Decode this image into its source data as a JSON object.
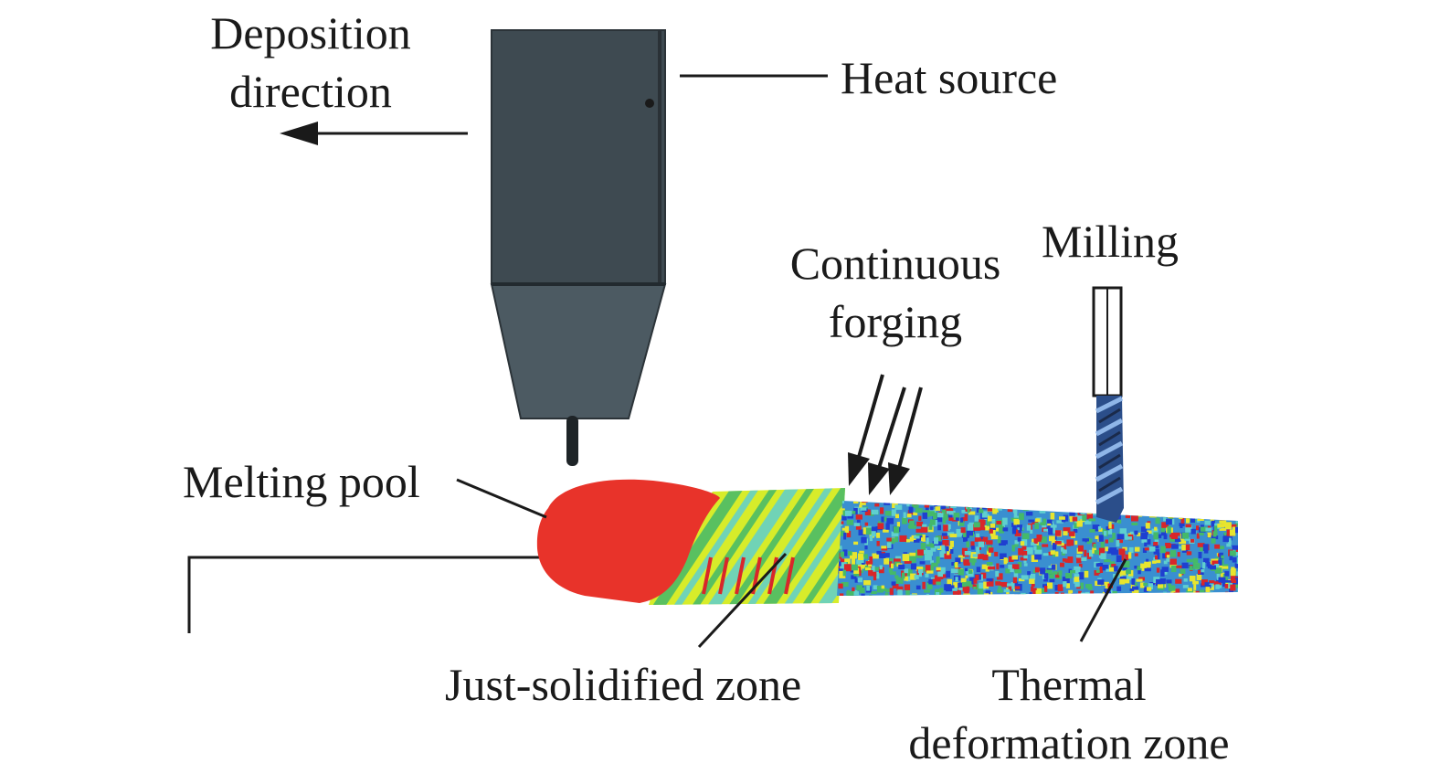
{
  "labels": {
    "deposition_line1": "Deposition",
    "deposition_line2": "direction",
    "heat_source": "Heat source",
    "milling": "Milling",
    "continuous_line1": "Continuous",
    "continuous_line2": "forging",
    "melting_pool": "Melting pool",
    "just_solidified": "Just-solidified zone",
    "thermal_line1": "Thermal",
    "thermal_line2": "deformation zone"
  },
  "colors": {
    "torch_body": "#3e4a51",
    "torch_nozzle": "#4c5a62",
    "melt_pool": "#e8332a",
    "solidified_yellow": "#d7ec2a",
    "solidified_cyan": "#5fcfcf",
    "speckle_blue": "#1f3fd0",
    "speckle_red": "#d8262a",
    "speckle_yellow": "#e7e52f",
    "speckle_green": "#44b96a",
    "line": "#1a1a1a"
  }
}
